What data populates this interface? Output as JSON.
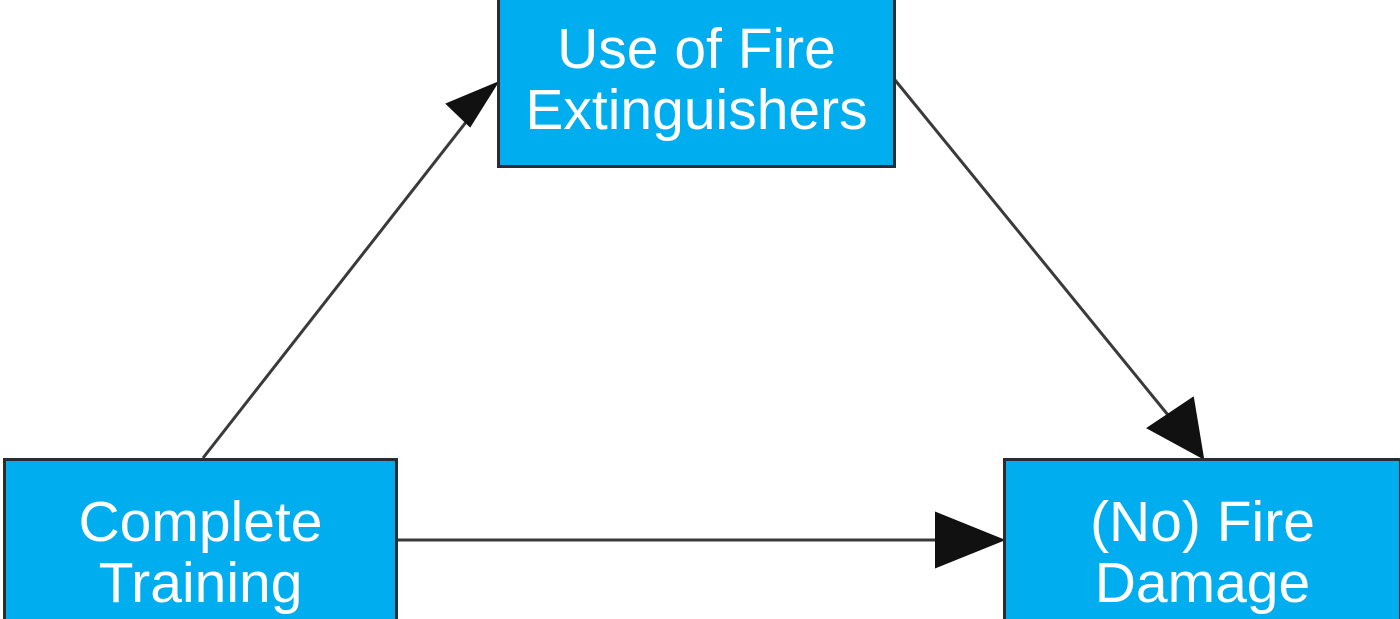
{
  "diagram": {
    "type": "causal-path-diagram",
    "background_color": "#ffffff",
    "node_fill_color": "#00AEEF",
    "node_border_color": "#2b2b33",
    "node_text_color": "#ffffff",
    "edge_color": "#3a3a3a",
    "nodes": [
      {
        "id": "use-fire-extinguishers",
        "lines": [
          "Use of Fire",
          "Extinguishers"
        ],
        "position": "top-center"
      },
      {
        "id": "complete-training",
        "lines": [
          "Complete",
          "Training"
        ],
        "position": "bottom-left"
      },
      {
        "id": "no-fire-damage",
        "lines": [
          "(No) Fire",
          "Damage"
        ],
        "position": "bottom-right"
      }
    ],
    "edges": [
      {
        "id": "training-to-extinguishers",
        "from": "complete-training",
        "to": "use-fire-extinguishers",
        "label": "",
        "arrowhead": "filled-triangle",
        "style": "solid"
      },
      {
        "id": "extinguishers-to-damage",
        "from": "use-fire-extinguishers",
        "to": "no-fire-damage",
        "label": "",
        "arrowhead": "filled-triangle",
        "style": "solid"
      },
      {
        "id": "training-to-damage",
        "from": "complete-training",
        "to": "no-fire-damage",
        "label": "",
        "arrowhead": "filled-triangle",
        "style": "solid"
      }
    ]
  }
}
